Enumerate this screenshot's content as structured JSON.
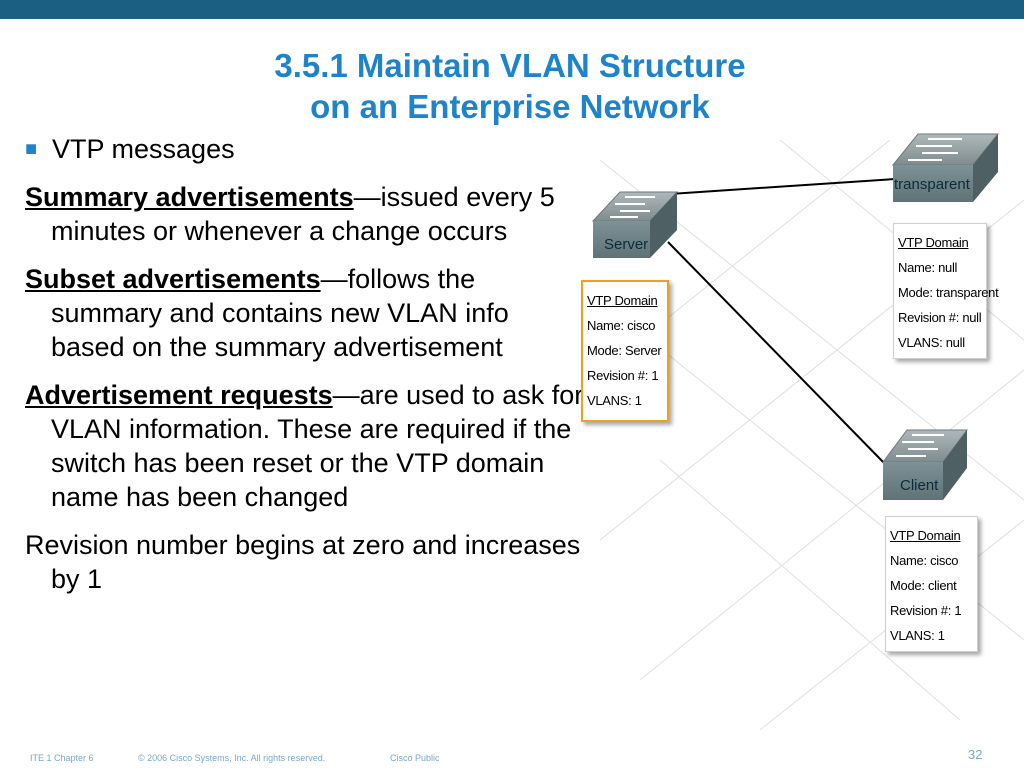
{
  "header": {
    "color": "#1b5f82"
  },
  "slide": {
    "title_line1": "3.5.1 Maintain VLAN Structure",
    "title_line2": "on an Enterprise Network",
    "bullet": "VTP messages",
    "summary_term": "Summary advertisements",
    "summary_text": "—issued every 5 minutes or whenever a change occurs",
    "subset_term": "Subset advertisements",
    "subset_text": "—follows the summary and contains new VLAN info based on the summary advertisement",
    "request_term": "Advertisement requests",
    "request_text": "—are used to ask for VLAN information. These are required if the switch has been reset or the VTP domain name has been changed",
    "revision_text": "Revision number begins at zero and increases by 1"
  },
  "diagram": {
    "server": {
      "label": "Server",
      "box": [
        "VTP Domain",
        "Name: cisco",
        "Mode: Server",
        "Revision #: 1",
        "VLANS: 1"
      ]
    },
    "transparent": {
      "label": "transparent",
      "box": [
        "VTP Domain",
        "Name: null",
        "Mode: transparent",
        "Revision #: null",
        "VLANS: null"
      ]
    },
    "client": {
      "label": "Client",
      "box": [
        "VTP Domain",
        "Name: cisco",
        "Mode: client",
        "Revision #: 1",
        "VLANS: 1"
      ]
    },
    "highlight_color": "#f0a020"
  },
  "footer": {
    "course": "ITE 1 Chapter 6",
    "copyright": "© 2006 Cisco Systems, Inc. All rights reserved.",
    "classification": "Cisco Public",
    "page": "32"
  }
}
